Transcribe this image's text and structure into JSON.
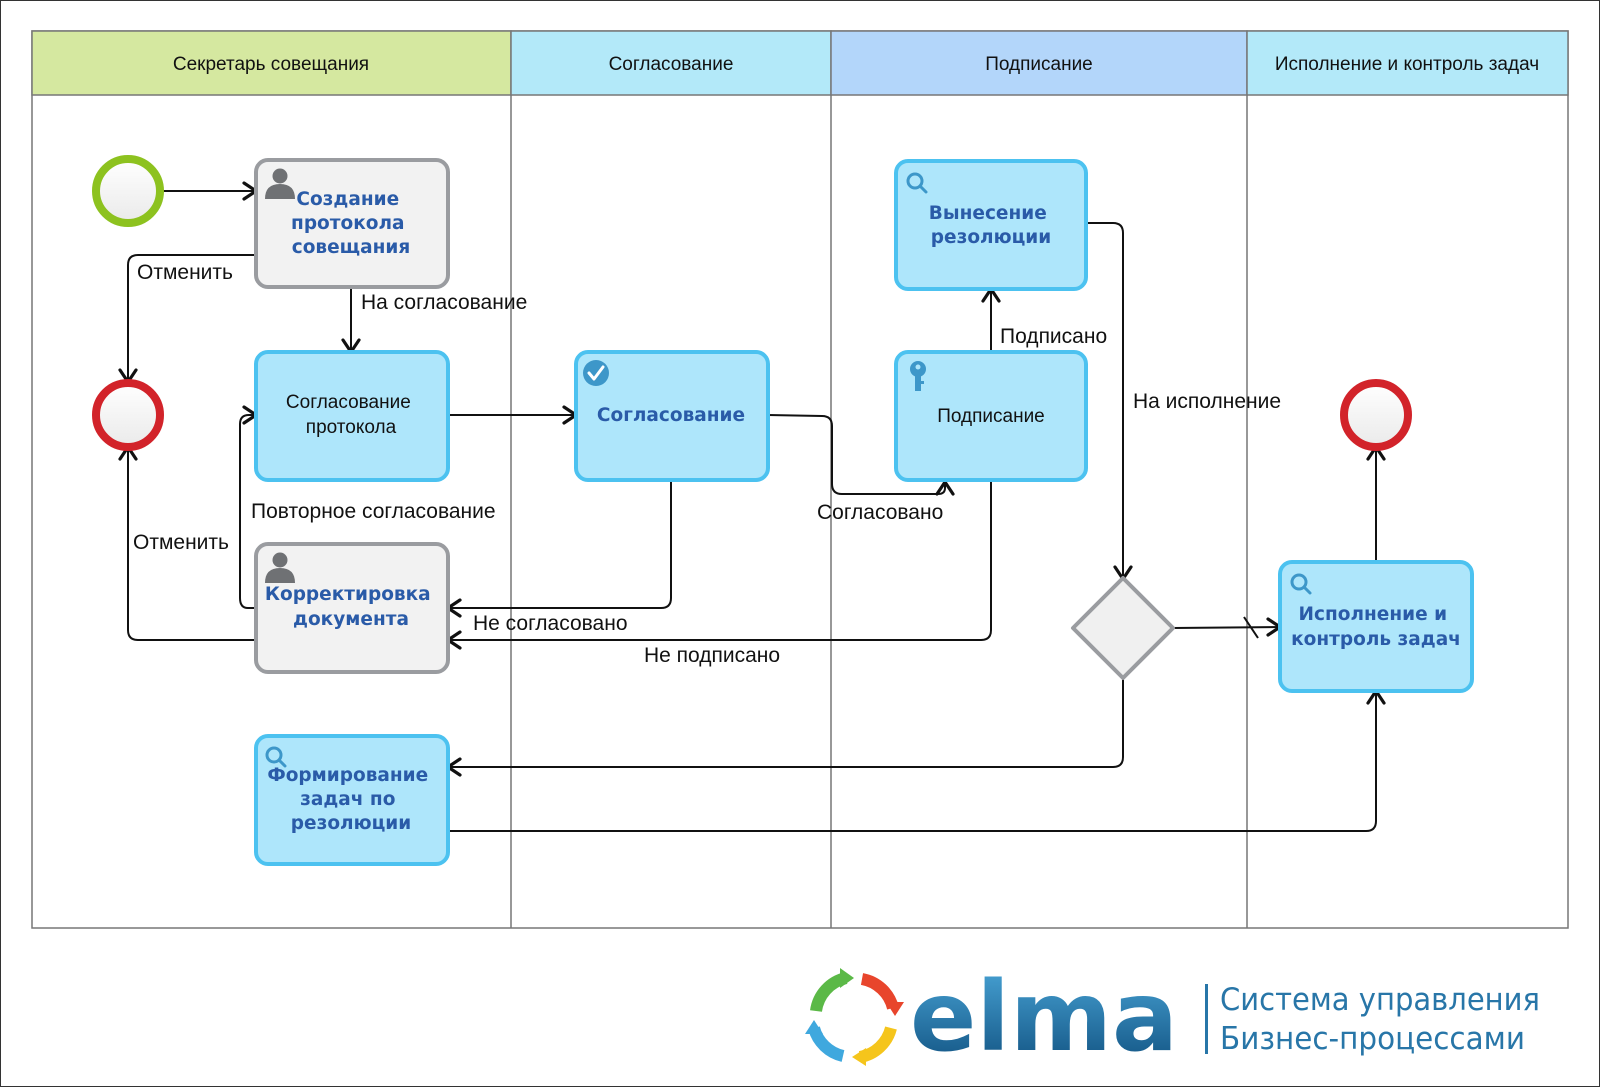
{
  "lanes": [
    {
      "title": "Секретарь совещания",
      "color": "#d5e8a0"
    },
    {
      "title": "Согласование",
      "color": "#b3e9f9"
    },
    {
      "title": "Подписание",
      "color": "#b3d6fa"
    },
    {
      "title": "Исполнение и контроль задач",
      "color": "#b3e9f9"
    }
  ],
  "tasks": {
    "create_protocol": {
      "lines": [
        "Создание",
        "протокола",
        "совещания"
      ],
      "icon": "user-icon"
    },
    "approve_protocol": {
      "lines": [
        "Согласование",
        "протокола"
      ]
    },
    "correction": {
      "lines": [
        "Корректировка",
        "документа"
      ],
      "icon": "user-icon"
    },
    "form_tasks": {
      "lines": [
        "Формирование",
        "задач по",
        "резолюции"
      ],
      "icon": "search-icon"
    },
    "approval": {
      "lines": [
        "Согласование"
      ],
      "icon": "checkmark-icon"
    },
    "resolution": {
      "lines": [
        "Вынесение",
        "резолюции"
      ],
      "icon": "search-icon"
    },
    "signing": {
      "lines": [
        "Подписание"
      ],
      "icon": "key-icon"
    },
    "execution": {
      "lines": [
        "Исполнение и",
        "контроль задач"
      ],
      "icon": "search-icon"
    }
  },
  "flow_labels": {
    "cancel_1": "Отменить",
    "to_approval": "На согласование",
    "reapproval": "Повторное согласование",
    "cancel_2": "Отменить",
    "not_approved": "Не согласовано",
    "not_signed": "Не подписано",
    "approved": "Согласовано",
    "signed": "Подписано",
    "to_execution": "На исполнение"
  },
  "logo": {
    "brand": "elma",
    "tagline_1": "Система управления",
    "tagline_2": "Бизнес-процессами"
  },
  "colors": {
    "task_blue_fill": "#aee6fb",
    "task_blue_stroke": "#4cc2f0",
    "task_gray_fill": "#f2f2f2",
    "task_gray_stroke": "#9a9ca0",
    "start_event": "#8dc21f",
    "end_event": "#d2232a",
    "brand_blue": "#1a5d8a"
  }
}
